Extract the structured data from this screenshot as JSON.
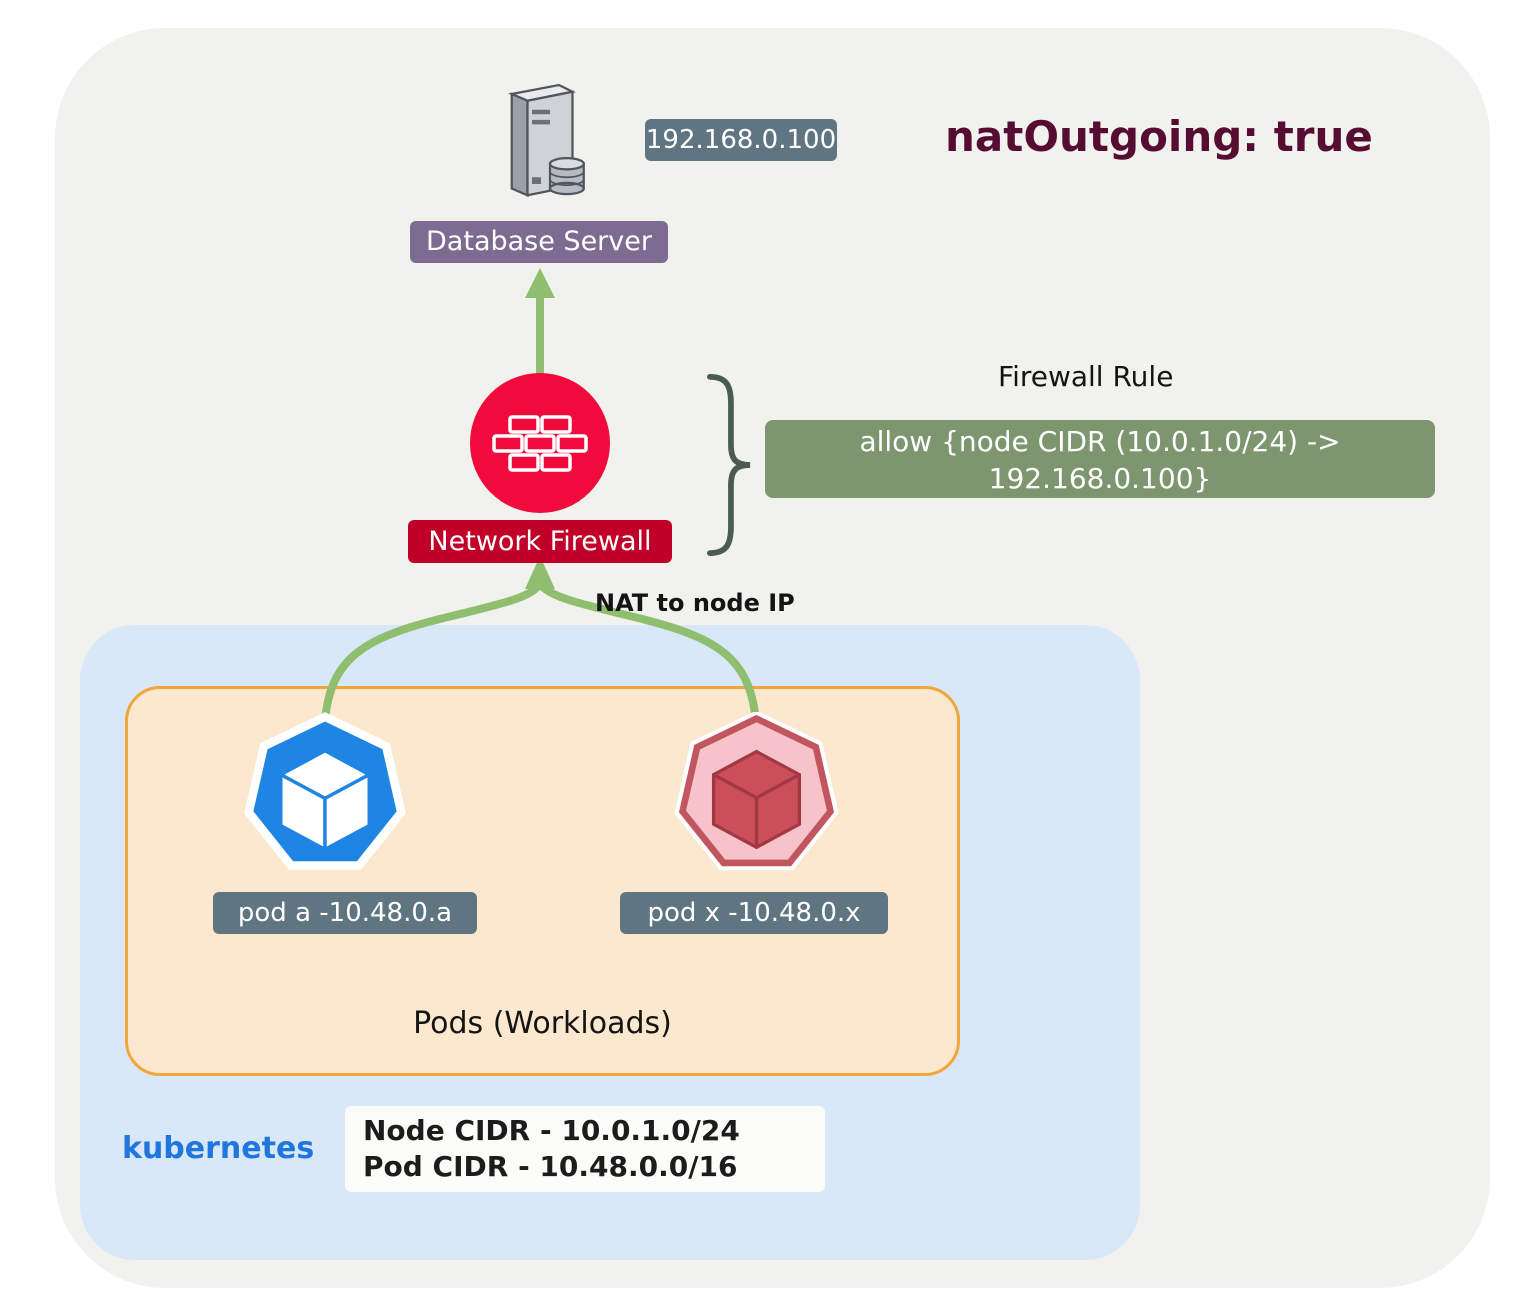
{
  "header": {
    "title": "natOutgoing: true"
  },
  "database": {
    "label": "Database Server",
    "ip": "192.168.0.100"
  },
  "firewall": {
    "label": "Network Firewall",
    "nat_note": "NAT to node IP"
  },
  "rule": {
    "title": "Firewall Rule",
    "line1": "allow {node CIDR (10.0.1.0/24) ->",
    "line2": "192.168.0.100}"
  },
  "cluster": {
    "name": "kubernetes",
    "pods_box_label": "Pods (Workloads)",
    "pod_a_label": "pod a -10.48.0.a",
    "pod_x_label": "pod x -10.48.0.x",
    "node_cidr": "Node CIDR - 10.0.1.0/24",
    "pod_cidr": "Pod CIDR - 10.48.0.0/16"
  },
  "icons": {
    "server": "database-server-icon",
    "firewall": "firewall-bricks-icon",
    "pod_a": "kubernetes-pod-icon-blue",
    "pod_x": "kubernetes-pod-icon-pink"
  },
  "colors": {
    "slate_badge": "#5f7582",
    "purple_badge": "#7d6b92",
    "red_badge": "#c00028",
    "firewall_crimson": "#f10a3c",
    "arrow_green": "#8fbe6e",
    "rule_sage": "#7e9670",
    "k8s_blue": "#1e85e2",
    "pod_pink": "#f5c3c9",
    "pod_pink_border": "#c2565e",
    "orange_border": "#f0a63c",
    "cluster_blue_bg": "#d8e8f8",
    "pods_peach_bg": "#fce8cf",
    "title_maroon": "#570d32",
    "kubernetes_blue_text": "#1f76dd"
  }
}
